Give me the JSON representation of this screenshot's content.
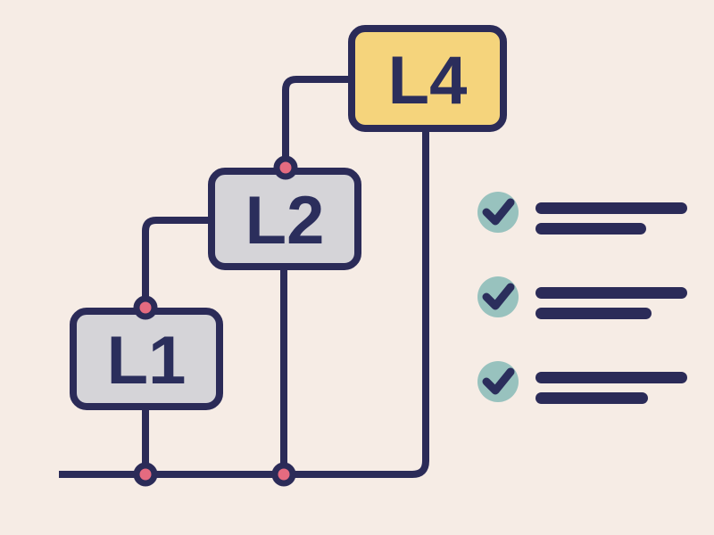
{
  "scene": {
    "name": "layered-stack-flowchart-illustration",
    "background": "#F6ECE5"
  },
  "colors": {
    "line": "#2B2B58",
    "border": "#2B2B58",
    "label": "#2B2E5C",
    "gray_fill": "#D5D4D8",
    "yellow_fill": "#F5D47C",
    "dot_fill": "#E56B80",
    "check_circle_fill": "#98C2BE",
    "check_mark": "#2B2E5C",
    "bar": "#2B2B58"
  },
  "nodes": [
    {
      "id": "l1",
      "label": "L1",
      "fill_key": "gray_fill"
    },
    {
      "id": "l2",
      "label": "L2",
      "fill_key": "gray_fill"
    },
    {
      "id": "l4",
      "label": "L4",
      "fill_key": "yellow_fill"
    }
  ],
  "junction_dots": 4,
  "checklist": [
    {
      "icon": "check-circle-icon",
      "text_lines": 2
    },
    {
      "icon": "check-circle-icon",
      "text_lines": 2
    },
    {
      "icon": "check-circle-icon",
      "text_lines": 2
    }
  ]
}
